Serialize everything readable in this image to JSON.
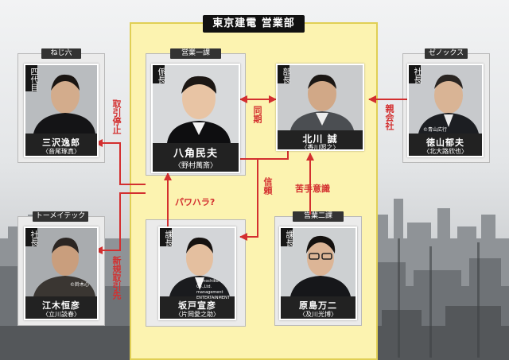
{
  "department": {
    "title": "東京建電 営業部"
  },
  "sections": {
    "sales1": "営業一課",
    "sales2": "営業二課",
    "nejiroku": "ねじ六",
    "zenox": "ゼノックス",
    "tomeitech": "トーメイテック"
  },
  "people": {
    "yasumi": {
      "role": "係長",
      "name": "八角民夫",
      "actor": "〈野村萬斎〉"
    },
    "kitagawa": {
      "role": "部長",
      "name": "北川 誠",
      "actor": "〈香川照之〉"
    },
    "misawa": {
      "role": "四代目",
      "name": "三沢逸郎",
      "actor": "〈音尾琢真〉"
    },
    "tokuyama": {
      "role": "社長",
      "name": "徳山郁夫",
      "actor": "〈北大路欣也〉",
      "credit": "©青山広行"
    },
    "sakado": {
      "role": "課長",
      "name": "坂戸宣彦",
      "actor": "〈片岡愛之助〉",
      "credit": "©Shochiku Co.,Ltd. management ENTERTAINMENT"
    },
    "harashima": {
      "role": "課長",
      "name": "原島万二",
      "actor": "〈及川光博〉"
    },
    "eki": {
      "role": "社長",
      "name": "江木恒彦",
      "actor": "〈立川談春〉",
      "credit": "©鈴木心"
    }
  },
  "relations": {
    "doki": "同期",
    "torihiki_teishi": "取引停止",
    "oyagaisha": "親会社",
    "shinrai": "信頼",
    "nigate_ishiki": "苦手意識",
    "powahara": "パワハラ?",
    "shinki_torihikisaki": "新規取引先"
  },
  "colors": {
    "arrow": "#d32f2f",
    "department_fill": "#fcf3b0",
    "department_border": "#e0cf55"
  }
}
